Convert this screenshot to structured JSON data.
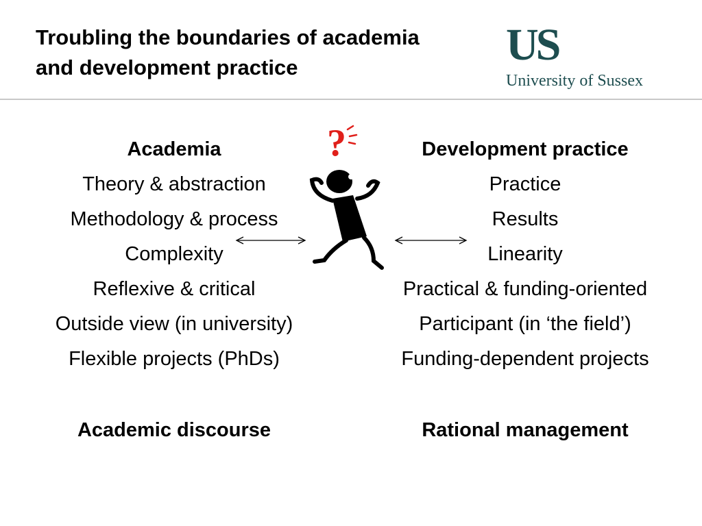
{
  "slide": {
    "title_line1": "Troubling the boundaries of academia",
    "title_line2": "and development practice"
  },
  "logo": {
    "mark": "US",
    "name": "University of Sussex"
  },
  "left": {
    "heading": "Academia",
    "items": [
      "Theory & abstraction",
      "Methodology & process",
      "Complexity",
      "Reflexive & critical",
      "Outside view (in university)",
      "Flexible projects (PhDs)"
    ],
    "footer": "Academic discourse"
  },
  "right": {
    "heading": "Development practice",
    "items": [
      "Practice",
      "Results",
      "Linearity",
      "Practical & funding-oriented",
      "Participant (in ‘the field’)",
      "Funding-dependent projects"
    ],
    "footer": "Rational management"
  },
  "figure": {
    "question_mark": "?",
    "question_color": "#e0201b"
  }
}
